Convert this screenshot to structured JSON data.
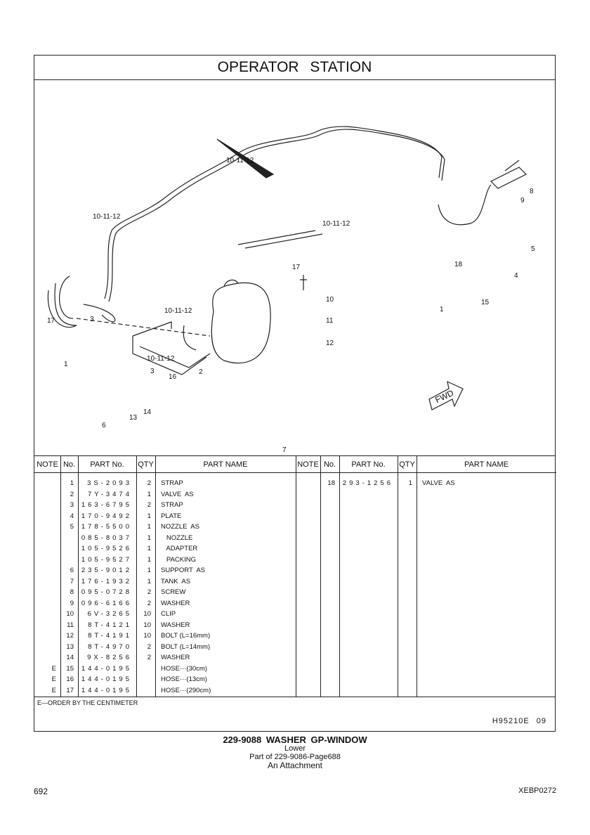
{
  "title": "OPERATOR  STATION",
  "diagram": {
    "callouts": [
      "10-11-12",
      "10-11-12",
      "10-11-12",
      "10-11-12",
      "10-11-12",
      "17",
      "10",
      "11",
      "12",
      "8",
      "9",
      "5",
      "18",
      "4",
      "15",
      "1",
      "17",
      "3",
      "1",
      "3",
      "2",
      "16",
      "6",
      "7",
      "13",
      "14"
    ],
    "fwd": "FWD"
  },
  "table": {
    "headers": [
      "NOTE",
      "No.",
      "PART No.",
      "QTY",
      "PART NAME"
    ],
    "left_rows": [
      {
        "note": "",
        "no": "1",
        "part": "3S-2093",
        "qty": "2",
        "name": "STRAP"
      },
      {
        "note": "",
        "no": "2",
        "part": "7Y-3474",
        "qty": "1",
        "name": "VALVE  AS"
      },
      {
        "note": "",
        "no": "3",
        "part": "163-6795",
        "qty": "2",
        "name": "STRAP"
      },
      {
        "note": "",
        "no": "4",
        "part": "170-9492",
        "qty": "1",
        "name": "PLATE"
      },
      {
        "note": "",
        "no": "5",
        "part": "178-5500",
        "qty": "1",
        "name": "NOZZLE  AS"
      },
      {
        "note": "",
        "no": "",
        "part": "085-8037",
        "qty": "1",
        "name": "   NOZZLE"
      },
      {
        "note": "",
        "no": "",
        "part": "105-9526",
        "qty": "1",
        "name": "   ADAPTER"
      },
      {
        "note": "",
        "no": "",
        "part": "105-9527",
        "qty": "1",
        "name": "   PACKING"
      },
      {
        "note": "",
        "no": "6",
        "part": "235-9012",
        "qty": "1",
        "name": "SUPPORT  AS"
      },
      {
        "note": "",
        "no": "7",
        "part": "176-1932",
        "qty": "1",
        "name": "TANK  AS"
      },
      {
        "note": "",
        "no": "8",
        "part": "095-0728",
        "qty": "2",
        "name": "SCREW"
      },
      {
        "note": "",
        "no": "9",
        "part": "096-6166",
        "qty": "2",
        "name": "WASHER"
      },
      {
        "note": "",
        "no": "10",
        "part": "6V-3265",
        "qty": "10",
        "name": "CLIP"
      },
      {
        "note": "",
        "no": "11",
        "part": "8T-4121",
        "qty": "10",
        "name": "WASHER"
      },
      {
        "note": "",
        "no": "12",
        "part": "8T-4191",
        "qty": "10",
        "name": "BOLT (L=16mm)"
      },
      {
        "note": "",
        "no": "13",
        "part": "8T-4970",
        "qty": "2",
        "name": "BOLT (L=14mm)"
      },
      {
        "note": "",
        "no": "14",
        "part": "9X-8256",
        "qty": "2",
        "name": "WASHER"
      },
      {
        "note": "E",
        "no": "15",
        "part": "144-0195",
        "qty": "",
        "name": "HOSE···(30cm)"
      },
      {
        "note": "E",
        "no": "16",
        "part": "144-0195",
        "qty": "",
        "name": "HOSE···(13cm)"
      },
      {
        "note": "E",
        "no": "17",
        "part": "144-0195",
        "qty": "",
        "name": "HOSE···(290cm)"
      }
    ],
    "right_rows": [
      {
        "note": "",
        "no": "18",
        "part": "293-1256",
        "qty": "1",
        "name": "VALVE  AS"
      }
    ]
  },
  "footnote": "E—ORDER  BY  THE  CENTIMETER",
  "ref_code": "H95210E   09",
  "caption": {
    "title": "229-9088  WASHER  GP-WINDOW",
    "sub": "Lower",
    "part_of": "Part of 229-9086-Page688",
    "attachment": "An Attachment"
  },
  "page_number": "692",
  "doc_code": "XEBP0272"
}
